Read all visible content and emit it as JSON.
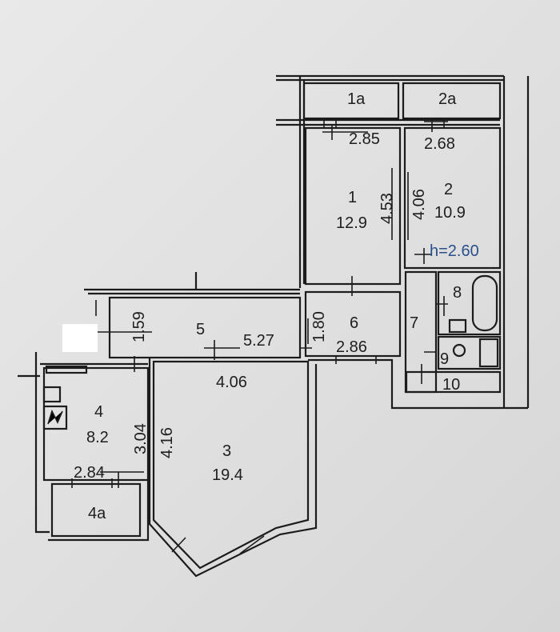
{
  "rooms": {
    "r1a": {
      "id": "1a"
    },
    "r2a": {
      "id": "2a"
    },
    "r1": {
      "id": "1",
      "area": "12.9",
      "width": "2.85",
      "length": "4.53"
    },
    "r2": {
      "id": "2",
      "area": "10.9",
      "width": "2.68",
      "length": "4.06"
    },
    "r3": {
      "id": "3",
      "area": "19.4",
      "width": "4.06",
      "length": "4.16"
    },
    "r4": {
      "id": "4",
      "area": "8.2",
      "width": "2.84",
      "length": "3.04"
    },
    "r4a": {
      "id": "4a"
    },
    "r5": {
      "id": "5",
      "width": "1.59",
      "length": "5.27"
    },
    "r6": {
      "id": "6",
      "width": "1.80",
      "length": "2.86"
    },
    "r7": {
      "id": "7"
    },
    "r8": {
      "id": "8"
    },
    "r9": {
      "id": "9"
    },
    "r10": {
      "id": "10"
    }
  },
  "ceiling_height": "h=2.60",
  "colors": {
    "line": "#1c1c1c",
    "height_label": "#2a4f8a"
  }
}
